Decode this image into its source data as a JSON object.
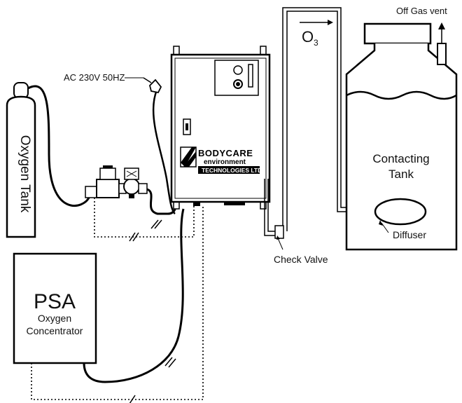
{
  "labels": {
    "oxygen_tank": "Oxygen Tank",
    "power": "AC 230V 50HZ",
    "off_gas": "Off Gas vent",
    "o3_main": "O",
    "o3_sub": "3",
    "contacting_tank_line1": "Contacting",
    "contacting_tank_line2": "Tank",
    "diffuser": "Diffuser",
    "check_valve": "Check Valve",
    "psa_title": "PSA",
    "psa_line1": "Oxygen",
    "psa_line2": "Concentrator"
  },
  "logo": {
    "line1": "BODYCARE",
    "line2": "environment",
    "line3": "TECHNOLOGIES LTD."
  }
}
